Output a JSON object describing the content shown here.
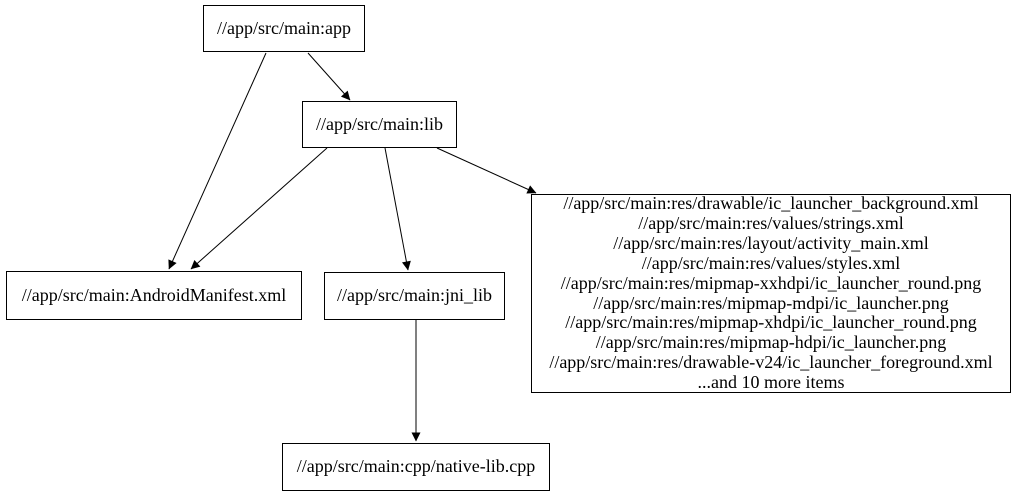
{
  "diagram": {
    "type": "dependency-graph",
    "background_color": "#ffffff",
    "node_border_color": "#000000",
    "node_fill_color": "#ffffff",
    "edge_color": "#000000",
    "text_color": "#000000",
    "nodes": [
      {
        "id": "app",
        "label": "//app/src/main:app"
      },
      {
        "id": "lib",
        "label": "//app/src/main:lib"
      },
      {
        "id": "manifest",
        "label": "//app/src/main:AndroidManifest.xml"
      },
      {
        "id": "jni_lib",
        "label": "//app/src/main:jni_lib"
      },
      {
        "id": "resources",
        "lines": [
          "//app/src/main:res/drawable/ic_launcher_background.xml",
          "//app/src/main:res/values/strings.xml",
          "//app/src/main:res/layout/activity_main.xml",
          "//app/src/main:res/values/styles.xml",
          "//app/src/main:res/mipmap-xxhdpi/ic_launcher_round.png",
          "//app/src/main:res/mipmap-mdpi/ic_launcher.png",
          "//app/src/main:res/mipmap-xhdpi/ic_launcher_round.png",
          "//app/src/main:res/mipmap-hdpi/ic_launcher.png",
          "//app/src/main:res/drawable-v24/ic_launcher_foreground.xml",
          "...and 10 more items"
        ]
      },
      {
        "id": "cpp",
        "label": "//app/src/main:cpp/native-lib.cpp"
      }
    ],
    "edges": [
      {
        "from": "app",
        "to": "manifest"
      },
      {
        "from": "app",
        "to": "lib"
      },
      {
        "from": "lib",
        "to": "manifest"
      },
      {
        "from": "lib",
        "to": "jni_lib"
      },
      {
        "from": "lib",
        "to": "resources"
      },
      {
        "from": "jni_lib",
        "to": "cpp"
      }
    ]
  }
}
